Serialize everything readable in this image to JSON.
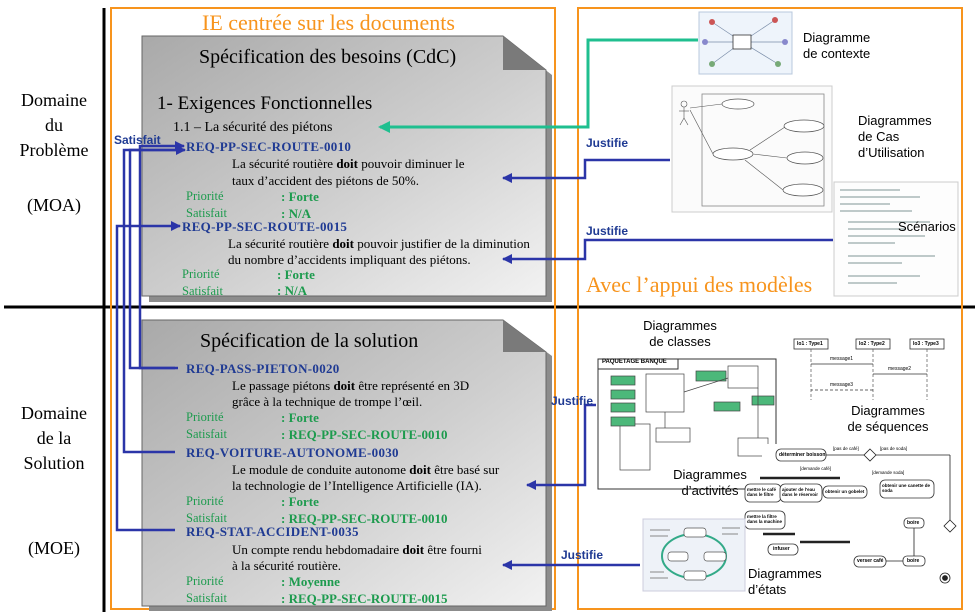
{
  "domains": {
    "probleme": [
      "Domaine",
      "du",
      "Problème"
    ],
    "moa": "(MOA)",
    "solution": [
      "Domaine",
      "de la",
      "Solution"
    ],
    "moe": "(MOE)"
  },
  "sections": {
    "ie_title": "IE centrée sur les documents",
    "models_title": "Avec l’appui des modèles"
  },
  "cdc": {
    "title": "Spécification des besoins (CdC)",
    "heading": "1- Exigences Fonctionnelles",
    "subheading": "1.1 – La sécurité  des piétons",
    "reqs": [
      {
        "id": "REQ-PP-SEC-ROUTE-0010",
        "line1_pre": "La sécurité routière ",
        "line1_bold": "doit",
        "line1_post": "  pouvoir diminuer le",
        "line2": "taux d’accident des piétons de 50%.",
        "prio_label": "Priorité",
        "prio_value": ": Forte",
        "sat_label": "Satisfait",
        "sat_value": ": N/A"
      },
      {
        "id": "REQ-PP-SEC-ROUTE-0015",
        "line1_pre": "La sécurité routière ",
        "line1_bold": "doit",
        "line1_post": "  pouvoir justifier de la diminution",
        "line2": "du nombre d’accidents impliquant  des piétons.",
        "prio_label": "Priorité",
        "prio_value": ": Forte",
        "sat_label": "Satisfait",
        "sat_value": ": N/A"
      }
    ]
  },
  "sol": {
    "title": "Spécification de la solution",
    "reqs": [
      {
        "id": "REQ-PASS-PIETON-0020",
        "line1_pre": "Le passage piétons ",
        "line1_bold": "doit",
        "line1_post": "  être représenté en 3D",
        "line2": "grâce à la technique de trompe l’œil.",
        "prio_label": "Priorité",
        "prio_value": ": Forte",
        "sat_label": "Satisfait",
        "sat_value": ": REQ-PP-SEC-ROUTE-0010"
      },
      {
        "id": "REQ-VOITURE-AUTONOME-0030",
        "line1_pre": "Le module de conduite autonome ",
        "line1_bold": "doit",
        "line1_post": "  être basé sur",
        "line2": "la technologie de l’Intelligence Artificielle  (IA).",
        "prio_label": "Priorité",
        "prio_value": ": Forte",
        "sat_label": "Satisfait",
        "sat_value": ": REQ-PP-SEC-ROUTE-0010"
      },
      {
        "id": "REQ-STAT-ACCIDENT-0035",
        "line1_pre": "Un compte rendu hebdomadaire ",
        "line1_bold": "doit",
        "line1_post": "  être fourni",
        "line2": "à la sécurité routière.",
        "prio_label": "Priorité",
        "prio_value": ": Moyenne",
        "sat_label": "Satisfait",
        "sat_value": ": REQ-PP-SEC-ROUTE-0015"
      }
    ]
  },
  "links": {
    "satisfait": "Satisfait",
    "justifie": "Justifie"
  },
  "diagrams": {
    "contexte": [
      "Diagramme",
      "de contexte"
    ],
    "cas": [
      "Diagrammes",
      "de Cas",
      "d’Utilisation"
    ],
    "scenarios": "Scénarios",
    "classes": [
      "Diagrammes",
      "de classes"
    ],
    "sequences": [
      "Diagrammes",
      "de séquences"
    ],
    "activites": [
      "Diagrammes",
      "d’activités"
    ],
    "etats": [
      "Diagrammes",
      "d’états"
    ],
    "paquetage": "PAQUETAGE BANQUE",
    "seq_lifelines": [
      "lo1 : Type1",
      "lo2 : Type2",
      "lo3 : Type3"
    ],
    "seq_messages": [
      "message1",
      "message2",
      "message3"
    ],
    "act_nodes": [
      "déterminer boisson",
      "mettre le café dans le filtre",
      "ajouter de l'eau dans le réservoir",
      "obtenir un gobelet",
      "obtenir une canette de soda",
      "mettre la filtre dans la machine",
      "infuser",
      "verser café",
      "boire",
      "boire"
    ],
    "act_guards": [
      "[pas de café]",
      "[pas de soda]",
      "[demande café]",
      "[demande soda]"
    ]
  }
}
